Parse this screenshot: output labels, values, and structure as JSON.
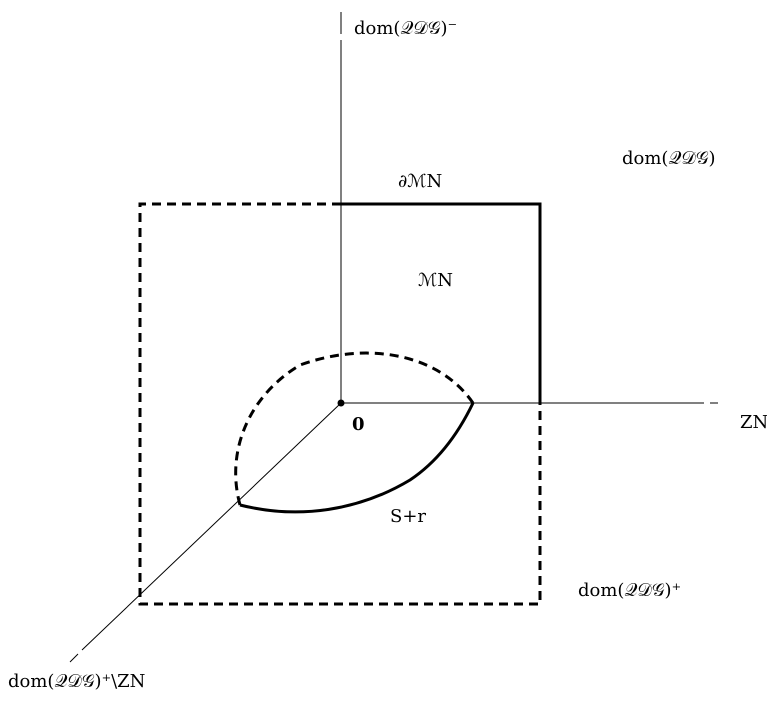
{
  "labels": {
    "dom_minus": "dom(𝒬𝒟𝒢)⁻",
    "dom": "dom(𝒬𝒟𝒢)",
    "boundary": "∂ℳN",
    "manifold": "ℳN",
    "origin": "0",
    "z_axis": "ZN",
    "sphere": "S+r",
    "dom_plus": "dom(𝒬𝒟𝒢)⁺",
    "dom_plus_minus_z": "dom(𝒬𝒟𝒢)⁺\\ZN"
  }
}
